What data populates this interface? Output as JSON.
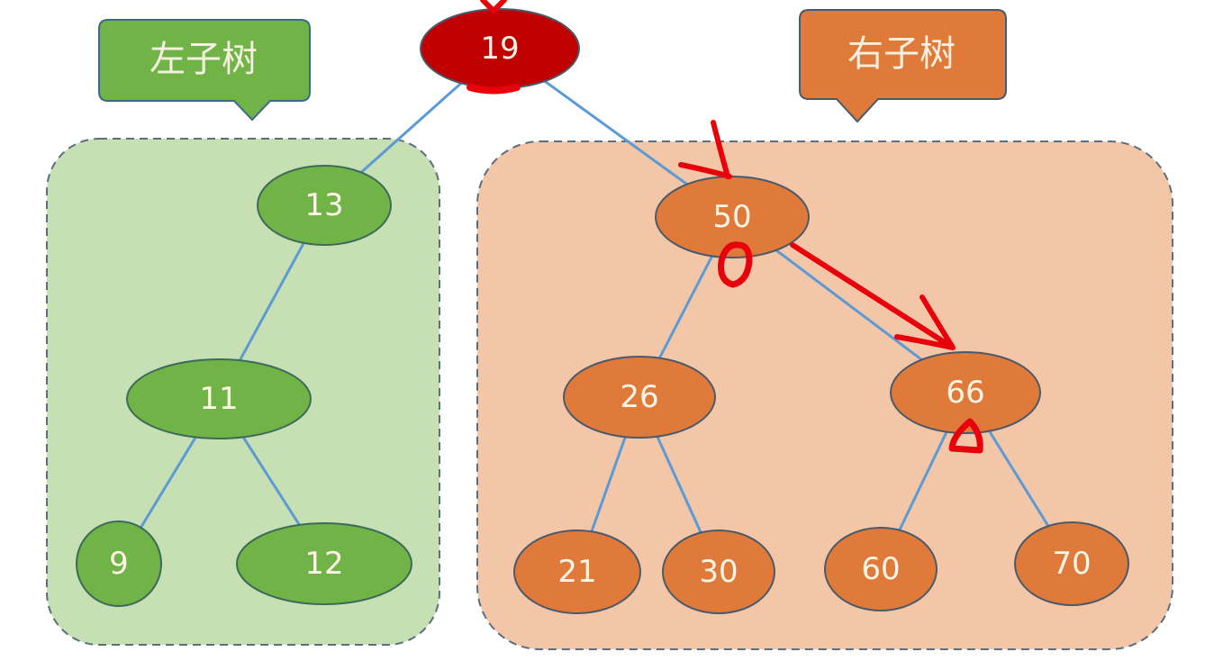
{
  "diagram": {
    "title": "Binary search tree: left and right subtrees of root 19",
    "colors": {
      "background": "#ffffff",
      "root_fill": "#c00000",
      "left_fill": "#70b447",
      "left_region": "#c6e0b4",
      "right_fill": "#e07a3a",
      "right_region": "#f4c6a8",
      "edge": "#5b9bd5",
      "node_stroke": "#4a5a6a",
      "annotation": "#e8000a"
    },
    "callouts": {
      "left": {
        "label": "左子树"
      },
      "right": {
        "label": "右子树"
      }
    },
    "nodes": [
      {
        "id": "n19",
        "label": "19",
        "group": "root"
      },
      {
        "id": "n13",
        "label": "13",
        "group": "left"
      },
      {
        "id": "n11",
        "label": "11",
        "group": "left"
      },
      {
        "id": "n9",
        "label": "9",
        "group": "left"
      },
      {
        "id": "n12",
        "label": "12",
        "group": "left"
      },
      {
        "id": "n50",
        "label": "50",
        "group": "right"
      },
      {
        "id": "n26",
        "label": "26",
        "group": "right"
      },
      {
        "id": "n66",
        "label": "66",
        "group": "right"
      },
      {
        "id": "n21",
        "label": "21",
        "group": "right"
      },
      {
        "id": "n30",
        "label": "30",
        "group": "right"
      },
      {
        "id": "n60",
        "label": "60",
        "group": "right"
      },
      {
        "id": "n70",
        "label": "70",
        "group": "right"
      }
    ],
    "edges": [
      [
        "n19",
        "n13"
      ],
      [
        "n19",
        "n50"
      ],
      [
        "n13",
        "n11"
      ],
      [
        "n11",
        "n9"
      ],
      [
        "n11",
        "n12"
      ],
      [
        "n50",
        "n26"
      ],
      [
        "n50",
        "n66"
      ],
      [
        "n26",
        "n21"
      ],
      [
        "n26",
        "n30"
      ],
      [
        "n66",
        "n60"
      ],
      [
        "n66",
        "n70"
      ]
    ],
    "annotations": {
      "handwritten_marks": [
        "0",
        "4"
      ],
      "arrows": [
        "into-19",
        "into-50",
        "50-to-66"
      ]
    }
  }
}
